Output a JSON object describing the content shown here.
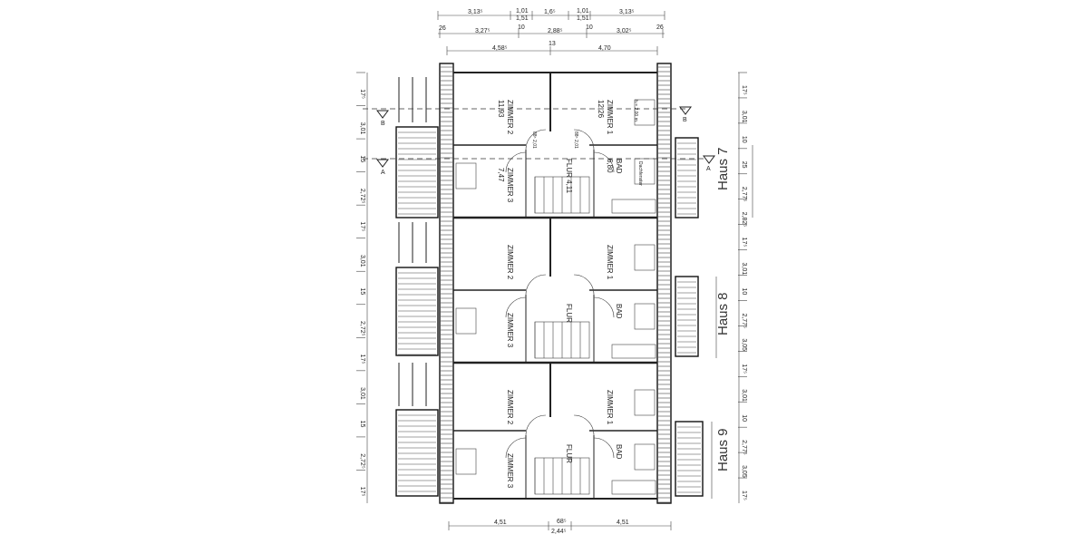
{
  "dimensions_top": {
    "row1": [
      "3,13⁵",
      "1,01",
      "1,51",
      "1,6⁵",
      "1,01",
      "1,51",
      "3,13⁵"
    ],
    "row2": [
      "26",
      "3,27⁵",
      "10",
      "2,88⁵",
      "10",
      "3,02⁵",
      "26"
    ],
    "row3": [
      "4,58⁵",
      "13",
      "4,70"
    ]
  },
  "dimensions_bottom": [
    "4,51",
    "68⁵",
    "2,44⁵",
    "4,51"
  ],
  "dimensions_left": [
    "17⁵",
    "3,01",
    "15",
    "2,72⁵",
    "17⁵",
    "3,01",
    "15",
    "2,72⁵",
    "17⁵",
    "3,01",
    "15",
    "2,72⁵",
    "17⁵"
  ],
  "dimensions_right": [
    "17⁵",
    "3,01",
    "10",
    "25",
    "2,77⁵",
    "2,82⁵",
    "17⁵",
    "3,01",
    "10",
    "2,77⁵",
    "3,05",
    "17⁵",
    "3,01",
    "10",
    "2,77⁵",
    "3,05",
    "17⁵"
  ],
  "section_markers": [
    "B",
    "A",
    "B",
    "A"
  ],
  "houses": [
    {
      "label": "Haus 7",
      "rooms": [
        {
          "name": "ZIMMER 2",
          "area": "11,93"
        },
        {
          "name": "ZIMMER 1",
          "area": "12,26"
        },
        {
          "name": "ZIMMER 3",
          "area": "7,47"
        },
        {
          "name": "FLUR 4,11",
          "area": ""
        },
        {
          "name": "BAD",
          "area": "6,80"
        }
      ],
      "notes": [
        "h = 2,00 m",
        "88⁵ 2,01",
        "88⁵ 2,01",
        "Dachfenster"
      ]
    },
    {
      "label": "Haus 8",
      "rooms": [
        {
          "name": "ZIMMER 2",
          "area": ""
        },
        {
          "name": "ZIMMER 1",
          "area": ""
        },
        {
          "name": "ZIMMER 3",
          "area": ""
        },
        {
          "name": "FLUR",
          "area": ""
        },
        {
          "name": "BAD",
          "area": ""
        }
      ]
    },
    {
      "label": "Haus 9",
      "rooms": [
        {
          "name": "ZIMMER 2",
          "area": ""
        },
        {
          "name": "ZIMMER 1",
          "area": ""
        },
        {
          "name": "ZIMMER 3",
          "area": ""
        },
        {
          "name": "FLUR",
          "area": ""
        },
        {
          "name": "BAD",
          "area": ""
        }
      ]
    }
  ]
}
